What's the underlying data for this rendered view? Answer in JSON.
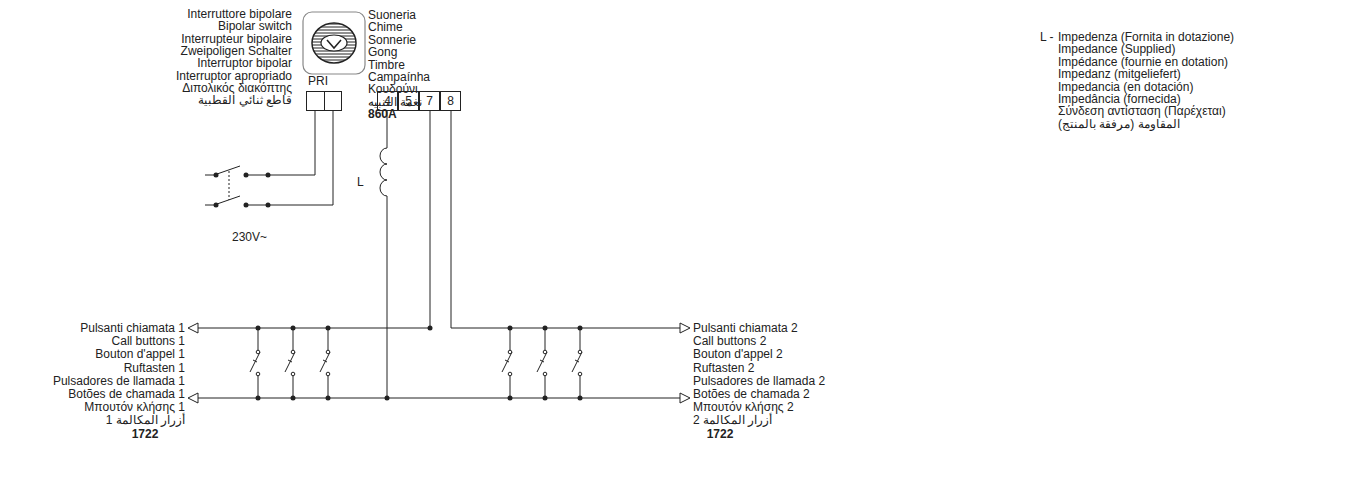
{
  "diagram": {
    "nodes": [
      {
        "text": [
          "4"
        ]
      },
      {
        "text": [
          "5"
        ]
      },
      {
        "text": [
          "7"
        ]
      },
      {
        "text": [
          "8"
        ]
      },
      {
        "text": [
          "PRI"
        ]
      },
      {
        "text": [
          "Suoneria",
          "Chime",
          "Sonnerie",
          "Gong",
          "Timbre",
          "Campaínha",
          "Κουδούνι",
          "نغمة التنبيه",
          "860A"
        ]
      }
    ],
    "labels": [
      "Interruttore bipolare",
      "Bipolar switch",
      "Interrupteur bipolaire",
      "Zweipoligen Schalter",
      "Interruptor bipolar",
      "Interruptor apropriado",
      "Διπολικός διακόπτης",
      "قاطع ثنائي القطبية",
      "230V~",
      "L",
      "Pulsanti chiamata 1",
      "Call buttons 1",
      "Bouton d'appel 1",
      "Ruftasten 1",
      "Pulsadores de llamada 1",
      "Botões de chamada 1",
      "Μπουτόν κλήσης 1",
      "أزرار المكالمة 1",
      "1722",
      "Pulsanti chiamata 2",
      "Call buttons 2",
      "Bouton d'appel 2",
      "Ruftasten 2",
      "Pulsadores de llamada 2",
      "Botões de chamada 2",
      "Μπουτόν κλήσης 2",
      "أزرار المكالمة 2",
      "1722",
      "L -",
      "Impedenza (Fornita in dotazione)",
      "Impedance (Supplied)",
      "Impédance (fournie en dotation)",
      "Impedanz (mitgeliefert)",
      "Impedancia (en dotación)",
      "Impedância (fornecida)",
      "Σύνδεση αντίσταση (Παρέχεται)",
      "المقاومة (مرفقة بالمنتج)"
    ]
  }
}
